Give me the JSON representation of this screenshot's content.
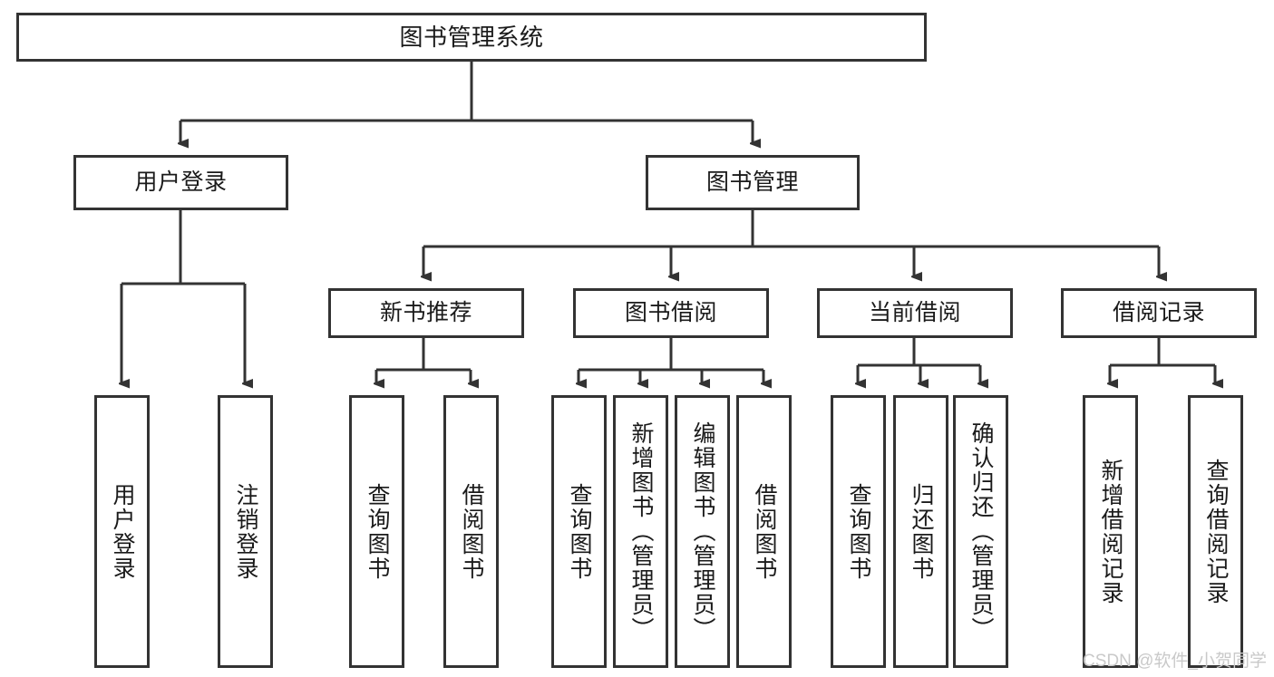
{
  "diagram": {
    "title": "图书管理系统",
    "type": "tree-hierarchy",
    "line_color": "#333333",
    "box_fill": "#ffffff",
    "text_color": "#1a1a1a",
    "background": "#ffffff",
    "nodes": {
      "root": {
        "label": "图书管理系统"
      },
      "level2": [
        {
          "id": "user-login",
          "label": "用户登录"
        },
        {
          "id": "book-management",
          "label": "图书管理"
        }
      ],
      "level3": [
        {
          "id": "new-book-recommend",
          "label": "新书推荐"
        },
        {
          "id": "book-borrow",
          "label": "图书借阅"
        },
        {
          "id": "current-borrow",
          "label": "当前借阅"
        },
        {
          "id": "borrow-record",
          "label": "借阅记录"
        }
      ],
      "leaves": {
        "user_login": [
          {
            "id": "leaf-user-login",
            "label": "用户登录"
          },
          {
            "id": "leaf-logout-login",
            "label": "注销登录"
          }
        ],
        "new_book_recommend": [
          {
            "id": "leaf-query-book-1",
            "label": "查询图书"
          },
          {
            "id": "leaf-borrow-book-1",
            "label": "借阅图书"
          }
        ],
        "book_borrow": [
          {
            "id": "leaf-query-book-2",
            "label": "查询图书"
          },
          {
            "id": "leaf-add-book",
            "label": "新增图书（管理员）"
          },
          {
            "id": "leaf-edit-book",
            "label": "编辑图书（管理员）"
          },
          {
            "id": "leaf-borrow-book-2",
            "label": "借阅图书"
          }
        ],
        "current_borrow": [
          {
            "id": "leaf-query-book-3",
            "label": "查询图书"
          },
          {
            "id": "leaf-return-book",
            "label": "归还图书"
          },
          {
            "id": "leaf-confirm-return",
            "label": "确认归还（管理员）"
          }
        ],
        "borrow_record": [
          {
            "id": "leaf-add-record",
            "label": "新增借阅记录"
          },
          {
            "id": "leaf-query-record",
            "label": "查询借阅记录"
          }
        ]
      }
    }
  },
  "watermark": {
    "text": "CSDN @软件_小贺同学"
  }
}
